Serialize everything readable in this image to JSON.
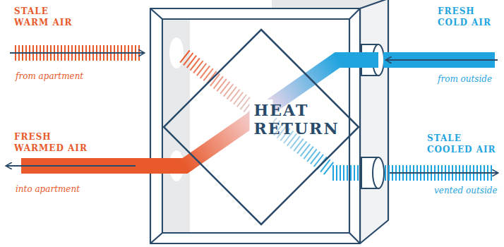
{
  "diagram": {
    "nodes": [
      {
        "text": [
          "HEAT RETURN"
        ]
      }
    ],
    "labels": [
      "STALE WARM AIR",
      "from apartment",
      "FRESH COLD AIR",
      "from outside",
      "FRESH WARMED AIR",
      "into apartment",
      "STALE COOLED AIR",
      "vented outside"
    ]
  }
}
